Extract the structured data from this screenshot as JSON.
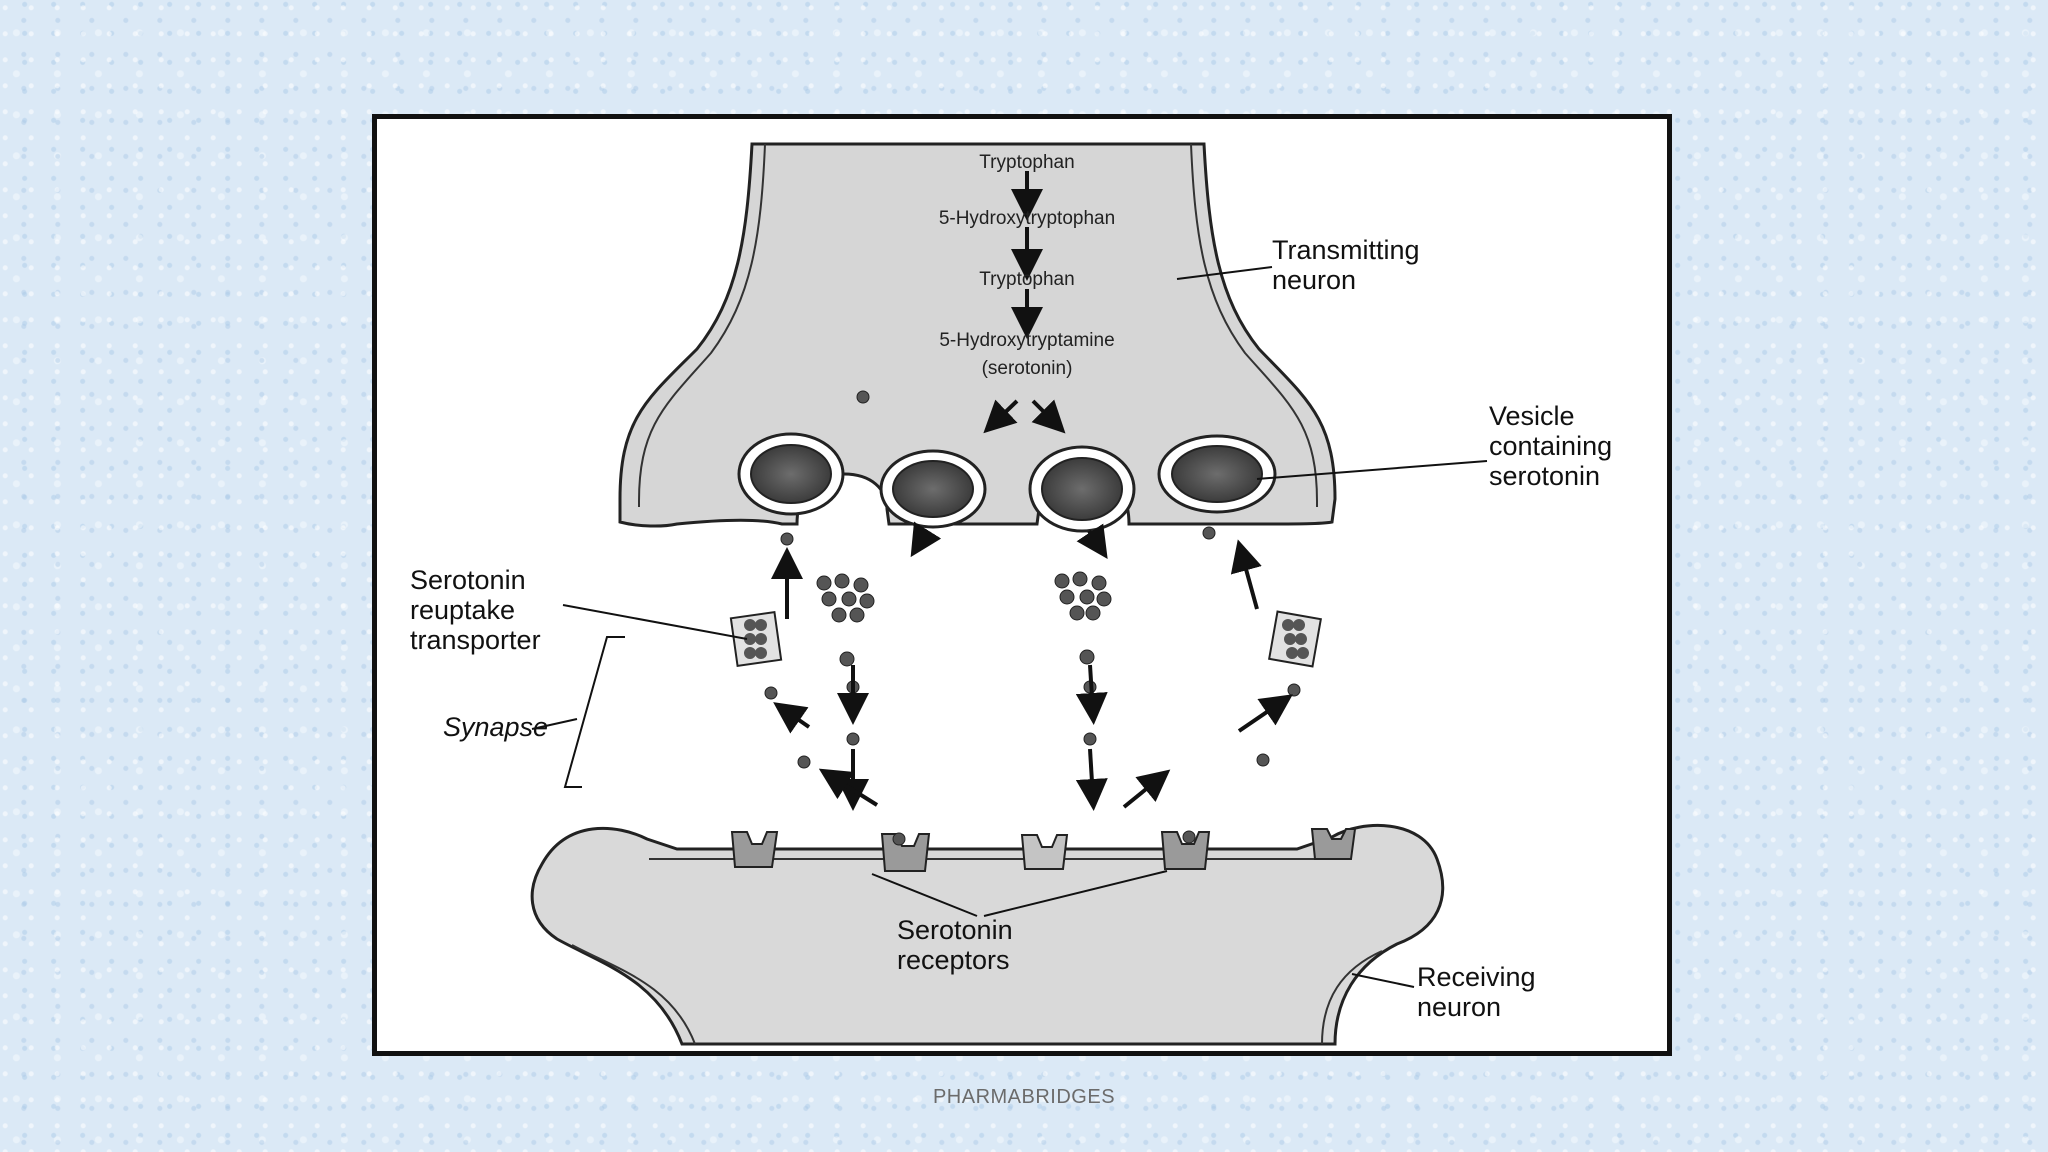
{
  "diagram": {
    "pathway": [
      "Tryptophan",
      "5-Hydroxytryptophan",
      "Tryptophan",
      "5-Hydroxytryptamine",
      "(serotonin)"
    ],
    "labels": {
      "transmitting_neuron": [
        "Transmitting",
        "neuron"
      ],
      "vesicle": [
        "Vesicle",
        "containing",
        "serotonin"
      ],
      "reuptake": [
        "Serotonin",
        "reuptake",
        "transporter"
      ],
      "synapse": "Synapse",
      "receptors": [
        "Serotonin",
        "receptors"
      ],
      "receiving_neuron": [
        "Receiving",
        "neuron"
      ]
    }
  },
  "footer": "PHARMABRIDGES"
}
